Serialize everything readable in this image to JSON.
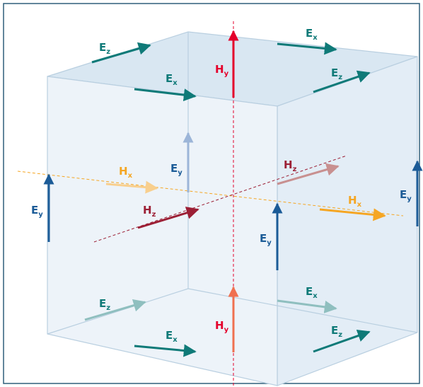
{
  "colors": {
    "frame": "#2f5f7a",
    "cube_edge": "#b9cfe0",
    "face_fill": "#e8f0f7",
    "top_fill": "#d9e7f2",
    "teal": "#0f7a78",
    "teal_light": "#8fbfbf",
    "blue": "#1b5b97",
    "blue_light": "#9cb5d8",
    "red": "#e4002b",
    "red_light": "#f07050",
    "dark_red": "#9c1f35",
    "dark_red_light": "#c89090",
    "orange": "#f5a623",
    "orange_light": "#f8cf8e"
  },
  "labels": {
    "E_z": {
      "main": "E",
      "sub": "z"
    },
    "E_x": {
      "main": "E",
      "sub": "x"
    },
    "E_y": {
      "main": "E",
      "sub": "y"
    },
    "H_x": {
      "main": "H",
      "sub": "x"
    },
    "H_y": {
      "main": "H",
      "sub": "y"
    },
    "H_z": {
      "main": "H",
      "sub": "z"
    }
  }
}
